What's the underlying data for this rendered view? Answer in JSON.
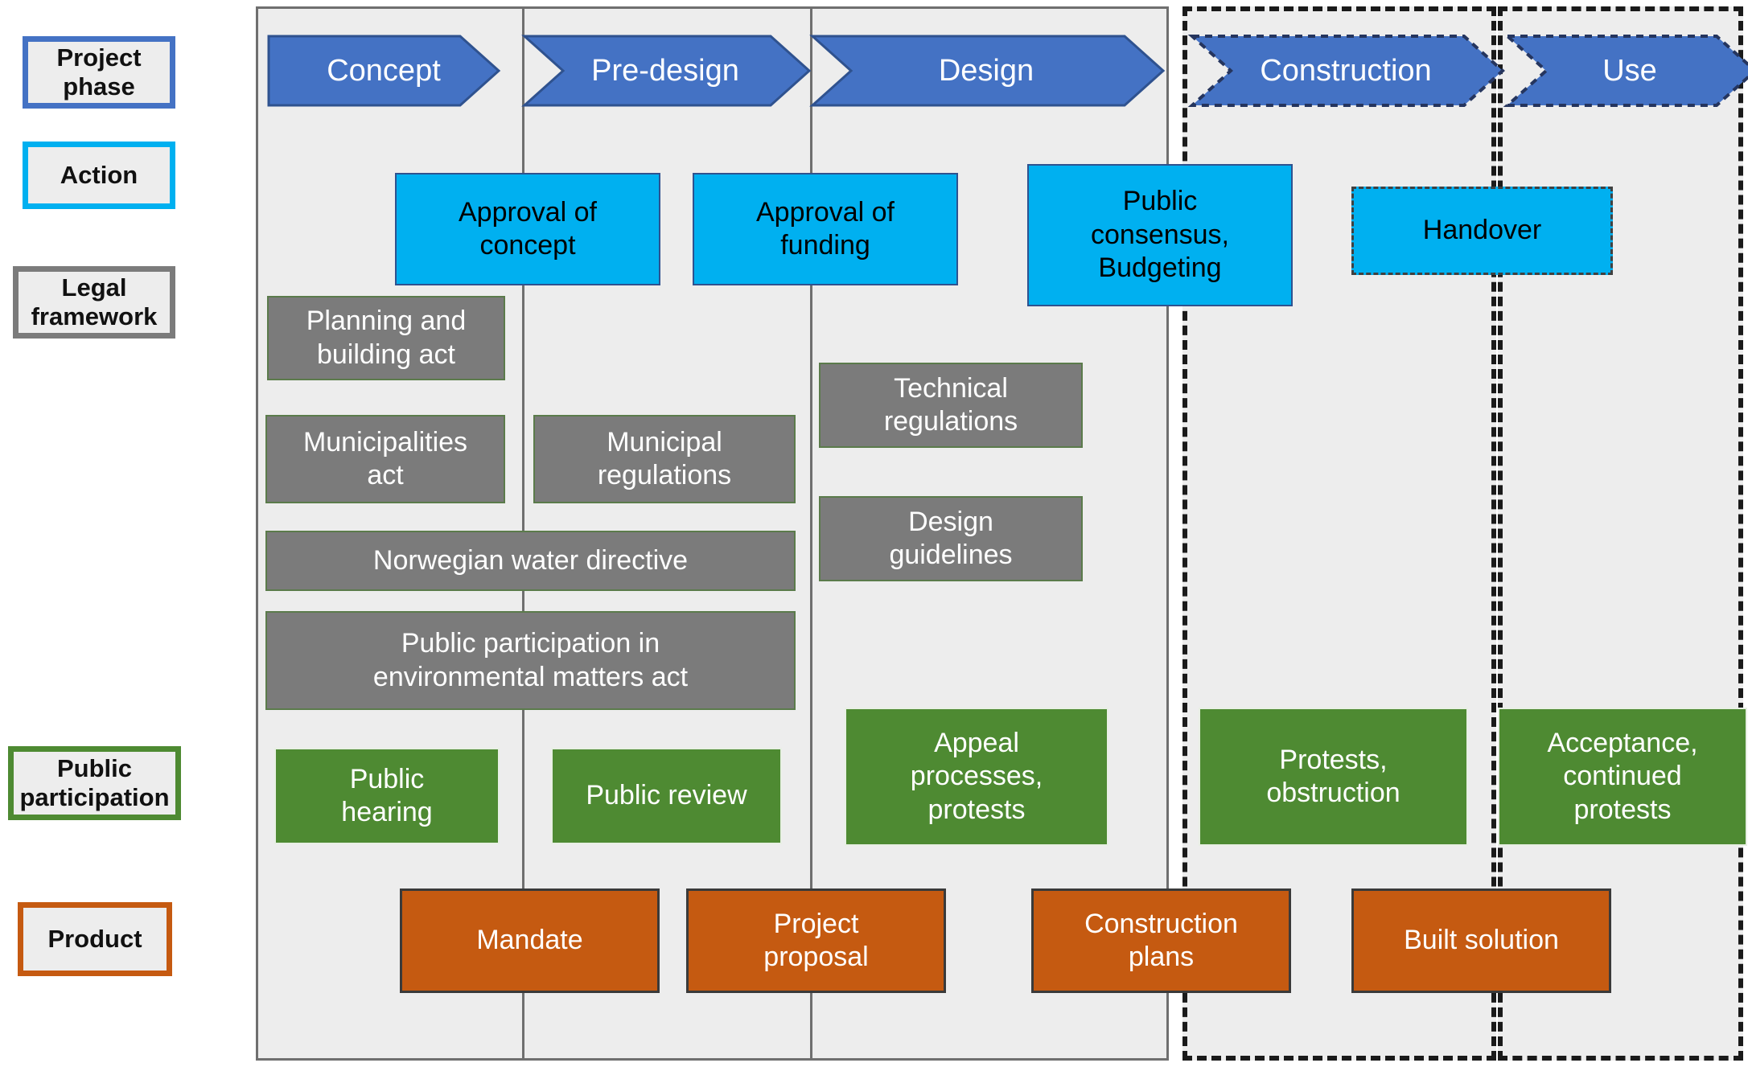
{
  "legend": {
    "items": [
      {
        "label": "Project\nphase",
        "color": "#4472C4",
        "name": "legend-project-phase"
      },
      {
        "label": "Action",
        "color": "#00B0F0",
        "name": "legend-action"
      },
      {
        "label": "Legal\nframework",
        "color": "#7B7B7B",
        "name": "legend-legal-framework"
      },
      {
        "label": "Public\nparticipation",
        "color": "#4E8A32",
        "name": "legend-public-participation"
      },
      {
        "label": "Product",
        "color": "#C55A11",
        "name": "legend-product"
      }
    ]
  },
  "phases": [
    {
      "label": "Concept",
      "dashed": false
    },
    {
      "label": "Pre-design",
      "dashed": false
    },
    {
      "label": "Design",
      "dashed": false
    },
    {
      "label": "Construction",
      "dashed": true
    },
    {
      "label": "Use",
      "dashed": true
    }
  ],
  "actions": [
    {
      "label": "Approval of\nconcept",
      "dashed": false
    },
    {
      "label": "Approval of\nfunding",
      "dashed": false
    },
    {
      "label": "Public\nconsensus,\nBudgeting",
      "dashed": false
    },
    {
      "label": "Handover",
      "dashed": true
    }
  ],
  "legal_framework": [
    {
      "label": "Planning and\nbuilding act"
    },
    {
      "label": "Municipalities\nact"
    },
    {
      "label": "Municipal\nregulations"
    },
    {
      "label": "Technical\nregulations"
    },
    {
      "label": "Design\nguidelines"
    },
    {
      "label": "Norwegian water directive"
    },
    {
      "label": "Public participation in\nenvironmental matters act"
    }
  ],
  "public_participation": [
    {
      "label": "Public\nhearing"
    },
    {
      "label": "Public review"
    },
    {
      "label": "Appeal\nprocesses,\nprotests"
    },
    {
      "label": "Protests,\nobstruction"
    },
    {
      "label": "Acceptance,\ncontinued\nprotests"
    }
  ],
  "products": [
    {
      "label": "Mandate"
    },
    {
      "label": "Project\nproposal"
    },
    {
      "label": "Construction\nplans"
    },
    {
      "label": "Built solution"
    }
  ],
  "colors": {
    "phase_blue": "#4472C4",
    "action_blue": "#00B0F0",
    "legal_gray": "#7B7B7B",
    "participation_green": "#4E8A32",
    "product_orange": "#C55A11",
    "panel_bg": "#EDEDED",
    "panel_border": "#6F6F6F",
    "dashed_border": "#1A1A1A"
  }
}
